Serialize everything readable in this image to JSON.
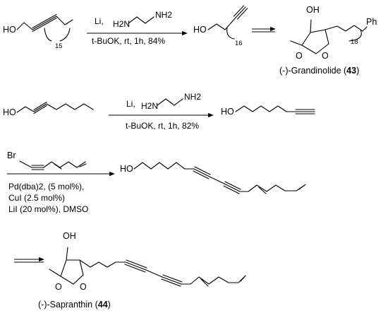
{
  "reactions": [
    {
      "reagent_li": "Li,",
      "conditions": "t-BuOK, rt, 1h, 84%",
      "start_ho": "HO",
      "start_sub": "15",
      "product_ho": "HO",
      "product_sub": "16"
    },
    {
      "reagent_li": "Li,",
      "conditions": "t-BuOK, rt, 1h, 82%",
      "start_ho": "HO",
      "product_ho": "HO"
    }
  ],
  "ethylenediamine": {
    "n1": "H2N",
    "n2": "NH2"
  },
  "grandinolide": {
    "oh": "OH",
    "ring_o": "O",
    "carbonyl_o": "O",
    "ph": "Ph",
    "sub": "18",
    "name": "(-)-Grandinolide",
    "number": "43"
  },
  "coupling": {
    "br": "Br",
    "catalyst": "Pd(dba)2, (5 mol%),",
    "cui": "CuI (2.5 mol%)",
    "lii": "LiI (20 mol%), DMSO",
    "product_ho": "HO"
  },
  "sapranthin": {
    "oh": "OH",
    "ring_o": "O",
    "carbonyl_o": "O",
    "name": "(-)-Sapranthin",
    "number": "44"
  }
}
